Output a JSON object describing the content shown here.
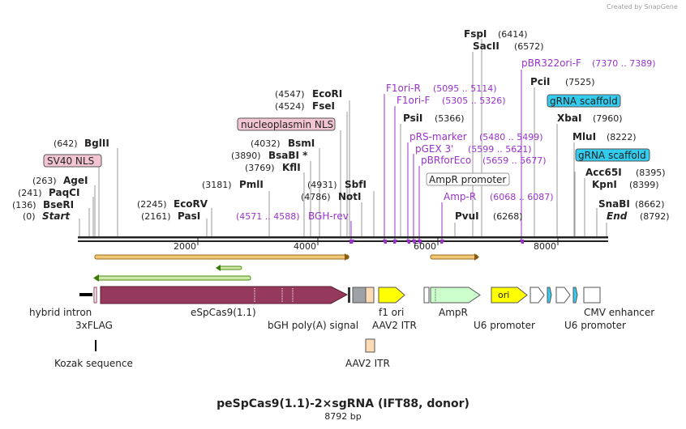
{
  "credit": "Created by SnapGene",
  "title": "peSpCas9(1.1)-2×sgRNA (IFT88, donor)",
  "subtitle": "8792 bp",
  "ruler_ticks": [
    "2000",
    "4000",
    "6000",
    "8000"
  ],
  "sites": [
    {
      "name": "Start",
      "pos": "(0)"
    },
    {
      "name": "BseRI",
      "pos": "(136)"
    },
    {
      "name": "PaqCI",
      "pos": "(241)"
    },
    {
      "name": "AgeI",
      "pos": "(263)"
    },
    {
      "name": "BglII",
      "pos": "(642)"
    },
    {
      "name": "PasI",
      "pos": "(2161)"
    },
    {
      "name": "EcoRV",
      "pos": "(2245)"
    },
    {
      "name": "PmlI",
      "pos": "(3181)"
    },
    {
      "name": "KflI",
      "pos": "(3769)"
    },
    {
      "name": "BsaBI *",
      "pos": "(3890)"
    },
    {
      "name": "BsmI",
      "pos": "(4032)"
    },
    {
      "name": "FseI",
      "pos": "(4524)"
    },
    {
      "name": "EcoRI",
      "pos": "(4547)"
    },
    {
      "name": "NotI",
      "pos": "(4786)"
    },
    {
      "name": "SbfI",
      "pos": "(4931)"
    },
    {
      "name": "PsiI",
      "pos": "(5366)"
    },
    {
      "name": "PvuI",
      "pos": "(6268)"
    },
    {
      "name": "SacII",
      "pos": "(6572)"
    },
    {
      "name": "FspI",
      "pos": "(6414)"
    },
    {
      "name": "PciI",
      "pos": "(7525)"
    },
    {
      "name": "XbaI",
      "pos": "(7960)"
    },
    {
      "name": "MluI",
      "pos": "(8222)"
    },
    {
      "name": "Acc65I",
      "pos": "(8395)"
    },
    {
      "name": "KpnI",
      "pos": "(8399)"
    },
    {
      "name": "SnaBI",
      "pos": "(8662)"
    },
    {
      "name": "End",
      "pos": "(8792)"
    }
  ],
  "primers": [
    {
      "name": "BGH-rev",
      "range": "(4571 .. 4588)"
    },
    {
      "name": "F1ori-R",
      "range": "(5095 .. 5114)"
    },
    {
      "name": "F1ori-F",
      "range": "(5305 .. 5326)"
    },
    {
      "name": "pRS-marker",
      "range": "(5480 .. 5499)"
    },
    {
      "name": "pGEX 3'",
      "range": "(5599 .. 5621)"
    },
    {
      "name": "pBRforEco",
      "range": "(5659 .. 5677)"
    },
    {
      "name": "Amp-R",
      "range": "(6068 .. 6087)"
    },
    {
      "name": "pBR322ori-F",
      "range": "(7370 .. 7389)"
    }
  ],
  "boxed_labels": [
    "SV40 NLS",
    "nucleoplasmin NLS",
    "AmpR promoter",
    "gRNA scaffold",
    "gRNA scaffold"
  ],
  "features": [
    "hybrid intron",
    "3xFLAG",
    "eSpCas9(1.1)",
    "bGH poly(A) signal",
    "f1 ori",
    "AAV2 ITR",
    "AmpR",
    "U6 promoter",
    "U6 promoter",
    "CMV enhancer",
    "Kozak sequence",
    "AAV2 ITR"
  ],
  "feature_inline": [
    "ori"
  ],
  "colors": {
    "cas9": "#963a5d",
    "ori": "#ffff00",
    "ampr": "#ccffcc",
    "itr": "#ffdcb4",
    "scaffold": "#33ccee",
    "primer": "#9933cc",
    "nls": "#f3c5d3"
  }
}
